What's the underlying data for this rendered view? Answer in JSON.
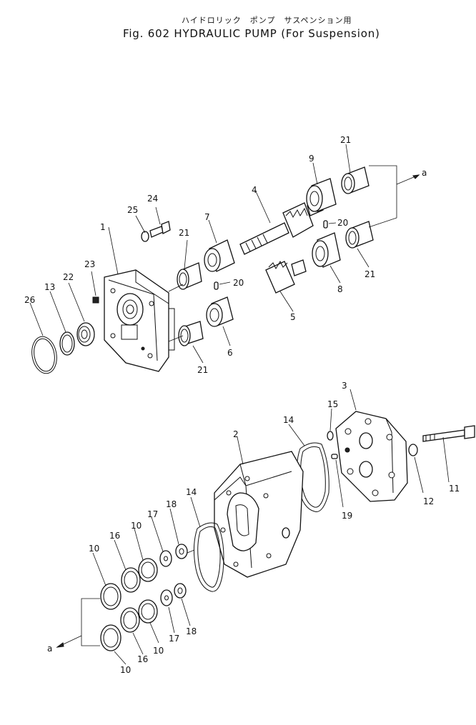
{
  "figure": {
    "title_jp": "ハイドロリック　ポンプ　サスペンション用",
    "title_en": "Fig. 602   HYDRAULIC PUMP (For Suspension)"
  },
  "callouts": {
    "c1": "1",
    "c2": "2",
    "c3": "3",
    "c4": "4",
    "c5": "5",
    "c6": "6",
    "c7": "7",
    "c8": "8",
    "c9": "9",
    "c10a": "10",
    "c10b": "10",
    "c10c": "10",
    "c10d": "10",
    "c11": "11",
    "c12": "12",
    "c13": "13",
    "c14a": "14",
    "c14b": "14",
    "c15": "15",
    "c16a": "16",
    "c16b": "16",
    "c17a": "17",
    "c17b": "17",
    "c18a": "18",
    "c18b": "18",
    "c19": "19",
    "c20a": "20",
    "c20b": "20",
    "c21a": "21",
    "c21b": "21",
    "c21c": "21",
    "c21d": "21",
    "c22": "22",
    "c23": "23",
    "c24": "24",
    "c25": "25",
    "c26": "26",
    "ref_a_top": "a",
    "ref_a_bottom": "a"
  }
}
